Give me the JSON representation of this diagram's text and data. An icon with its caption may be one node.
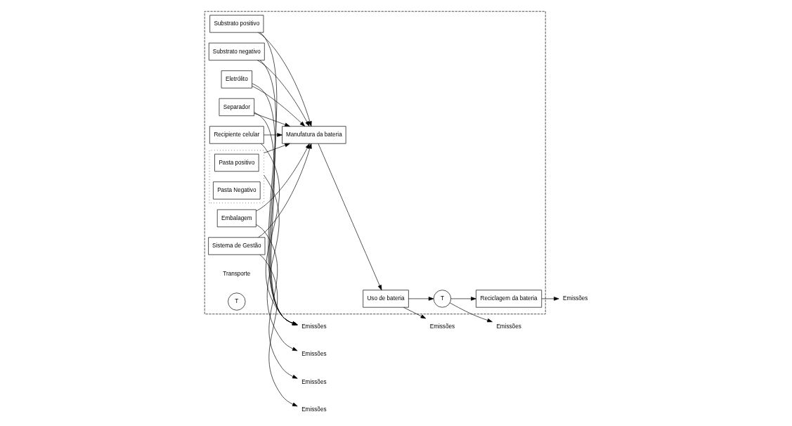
{
  "diagram": {
    "nodes": [
      {
        "text": [],
        "shape": "box"
      },
      {
        "text": [
          "Substrato positivo"
        ],
        "in": 0
      },
      {
        "text": [
          "Substrato negativo"
        ],
        "in": 0
      },
      {
        "text": [
          "Eletrólito"
        ],
        "in": 0
      },
      {
        "text": [
          "Separador"
        ],
        "in": 0
      },
      {
        "text": [
          "Recipiente celular"
        ],
        "in": 0
      },
      {
        "text": [],
        "shape": "box",
        "in": 0
      },
      {
        "text": [
          "Pasta positivo"
        ],
        "in": 6
      },
      {
        "text": [
          "Pasta Negativo"
        ],
        "in": 6
      },
      {
        "text": [
          "Manufatura da bateria"
        ],
        "in": 0
      },
      {
        "text": [
          "Embalagem"
        ],
        "in": 0
      },
      {
        "text": [
          "Sistema de Gestão"
        ],
        "in": 0
      },
      {
        "text": [
          "Uso de bateria"
        ],
        "in": 0
      },
      {
        "text": [
          "T"
        ],
        "in": 0
      },
      {
        "text": [
          "Reciclagem da bateria"
        ],
        "in": 0
      },
      {
        "text": [
          "T"
        ],
        "beside": [
          "Transporte"
        ],
        "in": 0
      },
      {
        "text": [
          "Emissões"
        ]
      },
      {
        "text": [
          "Emissões"
        ]
      },
      {
        "text": [
          "Emissões"
        ]
      },
      {
        "text": [
          "Emissões"
        ]
      },
      {
        "text": [
          "Emissões"
        ]
      },
      {
        "text": [
          "Emissões"
        ]
      },
      {
        "text": [
          "Emissões"
        ]
      }
    ],
    "edges": [
      {
        "from": 1,
        "to": 9,
        "arrow": "to"
      },
      {
        "from": 2,
        "to": 9,
        "arrow": "to"
      },
      {
        "from": 3,
        "to": 9,
        "arrow": "to"
      },
      {
        "from": 4,
        "to": 9,
        "arrow": "to"
      },
      {
        "from": 5,
        "to": 9,
        "arrow": "to"
      },
      {
        "from": 1,
        "to": 17,
        "arrow": "to"
      },
      {
        "from": 2,
        "to": 17,
        "arrow": "to"
      },
      {
        "from": 3,
        "to": 17,
        "arrow": "to"
      },
      {
        "from": 4,
        "to": 17,
        "arrow": "to"
      },
      {
        "from": 5,
        "to": 17,
        "arrow": "to"
      },
      {
        "from": 6,
        "to": 16,
        "arrow": "to"
      },
      {
        "from": 6,
        "to": 9,
        "arrow": "to"
      },
      {
        "from": 10,
        "to": 9,
        "arrow": "to"
      },
      {
        "from": 11,
        "to": 9,
        "arrow": "to"
      },
      {
        "from": 10,
        "to": 18,
        "arrow": "to"
      },
      {
        "from": 11,
        "to": 19,
        "arrow": "to"
      },
      {
        "from": 9,
        "to": 12,
        "arrow": "to"
      },
      {
        "from": 12,
        "to": 13,
        "arrow": "to"
      },
      {
        "from": 13,
        "to": 14,
        "arrow": "to"
      },
      {
        "from": 12,
        "to": 20,
        "arrow": "to"
      },
      {
        "from": 13,
        "to": 21,
        "arrow": "to"
      },
      {
        "from": 14,
        "to": 22,
        "arrow": "to"
      }
    ]
  }
}
